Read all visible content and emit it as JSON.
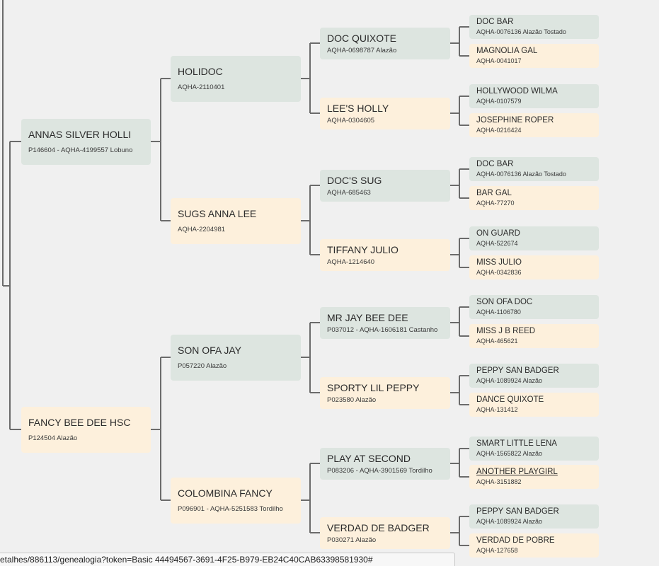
{
  "status_bar": {
    "url": "etalhes/886113/genealogia?token=Basic 44494567-3691-4F25-B979-EB24C40CAB63398581930#"
  },
  "pedigree": {
    "sire": {
      "name": "ANNAS SILVER HOLLI",
      "info": "P146604 - AQHA-4199557 Lobuno",
      "sex": "male",
      "sire": {
        "name": "HOLIDOC",
        "info": "AQHA-2110401",
        "sex": "male",
        "sire": {
          "name": "DOC QUIXOTE",
          "info": "AQHA-0698787 Alazão",
          "sex": "male",
          "sire": {
            "name": "DOC BAR",
            "info": "AQHA-0076136 Alazão Tostado",
            "sex": "male"
          },
          "dam": {
            "name": "MAGNOLIA GAL",
            "info": "AQHA-0041017",
            "sex": "female"
          }
        },
        "dam": {
          "name": "LEE'S HOLLY",
          "info": "AQHA-0304605",
          "sex": "female",
          "sire": {
            "name": "HOLLYWOOD WILMA",
            "info": "AQHA-0107579",
            "sex": "male"
          },
          "dam": {
            "name": "JOSEPHINE ROPER",
            "info": "AQHA-0216424",
            "sex": "female"
          }
        }
      },
      "dam": {
        "name": "SUGS ANNA LEE",
        "info": "AQHA-2204981",
        "sex": "female",
        "sire": {
          "name": "DOC'S SUG",
          "info": "AQHA-685463",
          "sex": "male",
          "sire": {
            "name": "DOC BAR",
            "info": "AQHA-0076136 Alazão Tostado",
            "sex": "male"
          },
          "dam": {
            "name": "BAR GAL",
            "info": "AQHA-77270",
            "sex": "female"
          }
        },
        "dam": {
          "name": "TIFFANY JULIO",
          "info": "AQHA-1214640",
          "sex": "female",
          "sire": {
            "name": "ON GUARD",
            "info": "AQHA-522674",
            "sex": "male"
          },
          "dam": {
            "name": "MISS JULIO",
            "info": "AQHA-0342836",
            "sex": "female"
          }
        }
      }
    },
    "dam": {
      "name": "FANCY BEE DEE HSC",
      "info": "P124504 Alazão",
      "sex": "female",
      "sire": {
        "name": "SON OFA JAY",
        "info": "P057220 Alazão",
        "sex": "male",
        "sire": {
          "name": "MR JAY BEE DEE",
          "info": "P037012 - AQHA-1606181 Castanho",
          "sex": "male",
          "sire": {
            "name": "SON OFA DOC",
            "info": "AQHA-1106780",
            "sex": "male"
          },
          "dam": {
            "name": "MISS J B REED",
            "info": "AQHA-465621",
            "sex": "female"
          }
        },
        "dam": {
          "name": "SPORTY LIL PEPPY",
          "info": "P023580 Alazão",
          "sex": "female",
          "sire": {
            "name": "PEPPY SAN BADGER",
            "info": "AQHA-1089924 Alazão",
            "sex": "male"
          },
          "dam": {
            "name": "DANCE QUIXOTE",
            "info": "AQHA-131412",
            "sex": "female"
          }
        }
      },
      "dam": {
        "name": "COLOMBINA FANCY",
        "info": "P096901 - AQHA-5251583 Tordilho",
        "sex": "female",
        "sire": {
          "name": "PLAY AT SECOND",
          "info": "P083206 - AQHA-3901569 Tordilho",
          "sex": "male",
          "sire": {
            "name": "SMART LITTLE LENA",
            "info": "AQHA-1565822 Alazão",
            "sex": "male"
          },
          "dam": {
            "name": "ANOTHER PLAYGIRL",
            "info": "AQHA-3151882",
            "sex": "female",
            "underlined": true
          }
        },
        "dam": {
          "name": "VERDAD DE BADGER",
          "info": "P030271 Alazão",
          "sex": "female",
          "sire": {
            "name": "PEPPY SAN BADGER",
            "info": "AQHA-1089924 Alazão",
            "sex": "male"
          },
          "dam": {
            "name": "VERDAD DE POBRE",
            "info": "AQHA-127658",
            "sex": "female"
          }
        }
      }
    }
  },
  "colors": {
    "male_box": "#dde5e0",
    "female_box": "#fdf0dc",
    "connector": "#6b6b6b",
    "background": "#f0f0f0"
  }
}
